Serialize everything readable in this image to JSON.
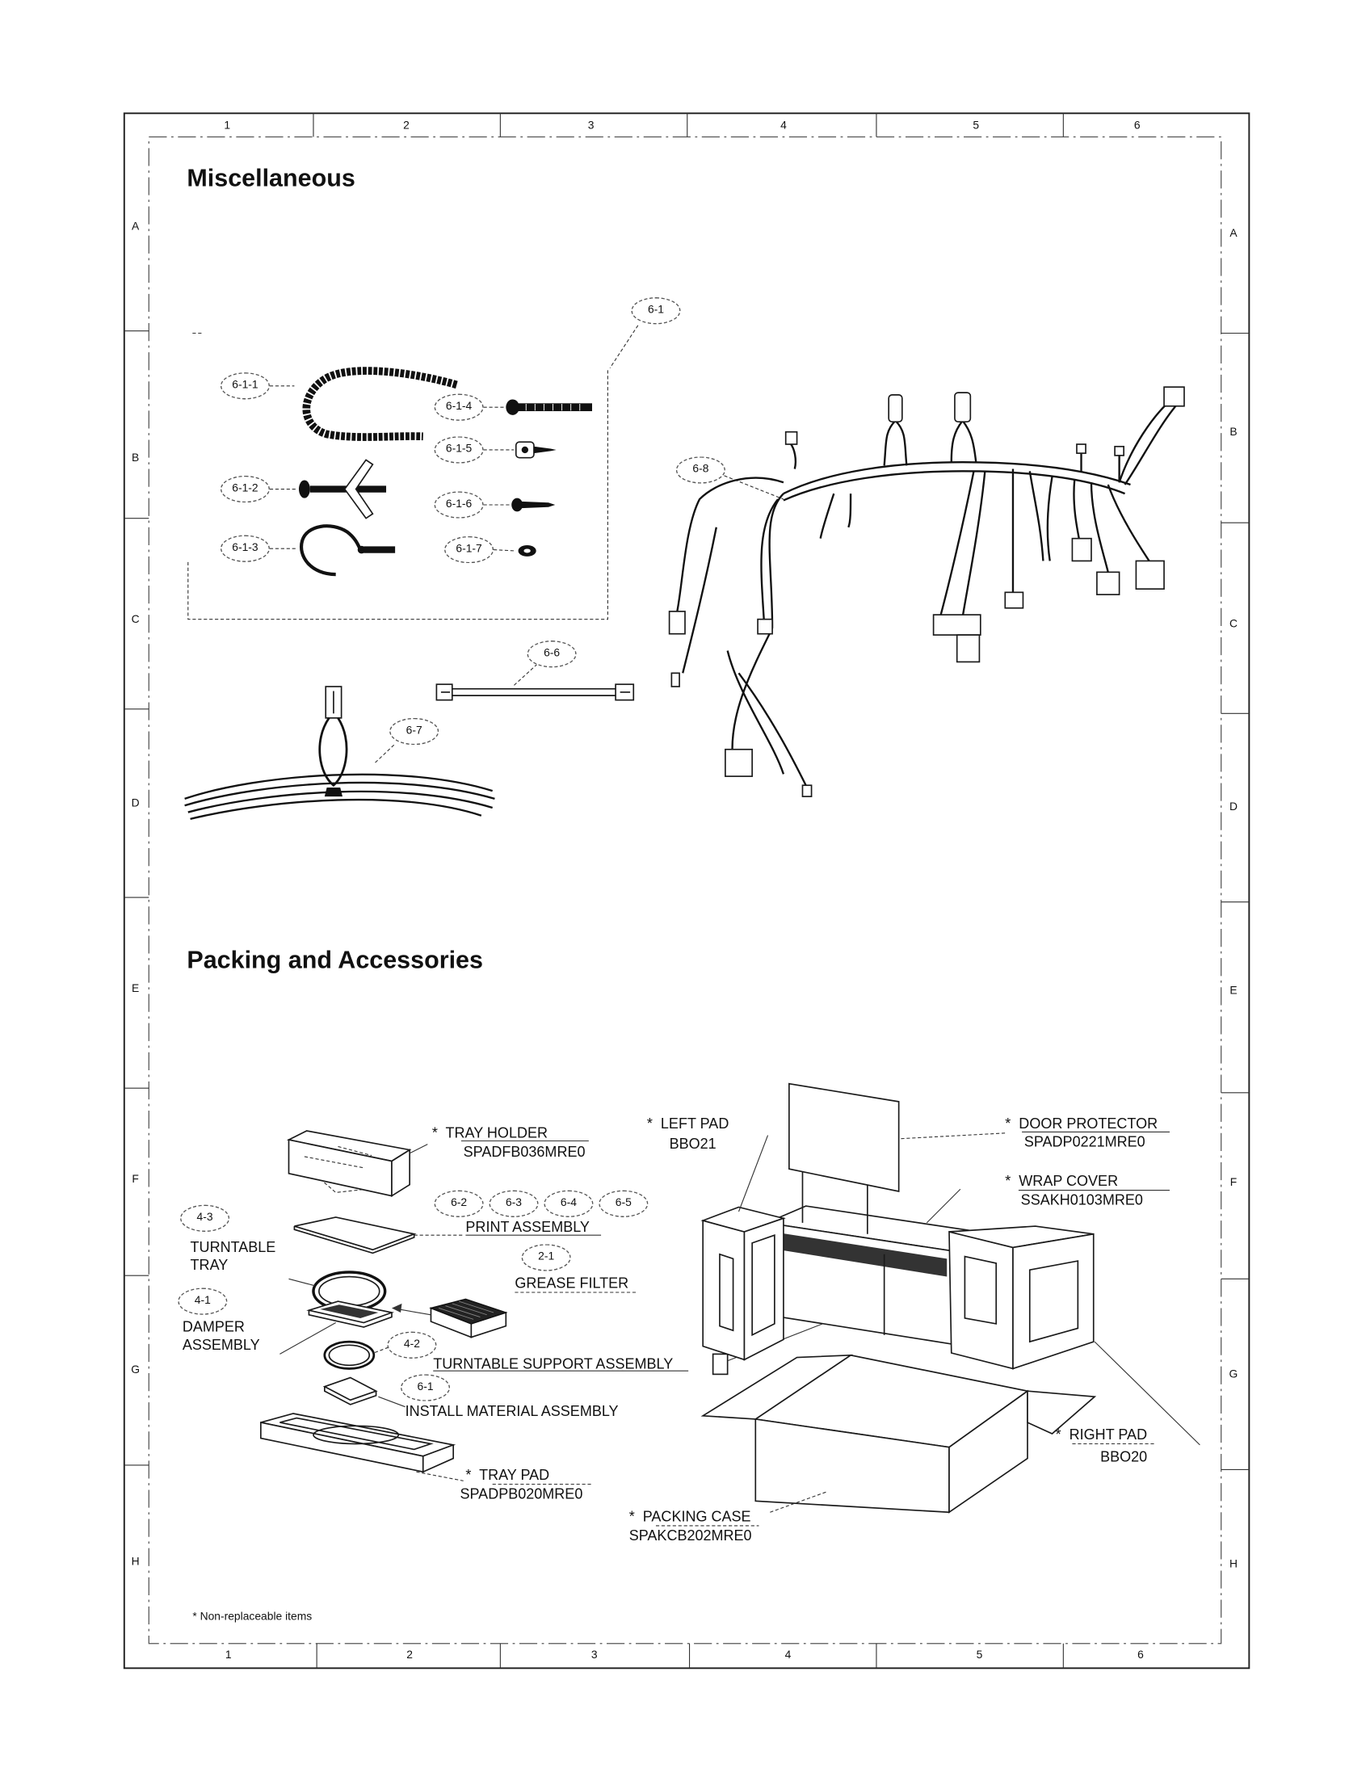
{
  "grid": {
    "columns": [
      "1",
      "2",
      "3",
      "4",
      "5",
      "6"
    ],
    "rows": [
      "A",
      "B",
      "C",
      "D",
      "E",
      "F",
      "G",
      "H"
    ]
  },
  "miscellaneous": {
    "title": "Miscellaneous",
    "callouts": {
      "c6_1": "6-1",
      "c6_1_1": "6-1-1",
      "c6_1_2": "6-1-2",
      "c6_1_3": "6-1-3",
      "c6_1_4": "6-1-4",
      "c6_1_5": "6-1-5",
      "c6_1_6": "6-1-6",
      "c6_1_7": "6-1-7",
      "c6_6": "6-6",
      "c6_7": "6-7",
      "c6_8": "6-8"
    }
  },
  "packing": {
    "title": "Packing and Accessories",
    "tray_holder": {
      "label": "*  TRAY HOLDER",
      "part_no": "SPADFB036MRE0"
    },
    "left_pad": {
      "label": "*  LEFT PAD",
      "part_no": "BBO21"
    },
    "door_protector": {
      "label": "*  DOOR PROTECTOR",
      "part_no": "SPADP0221MRE0"
    },
    "wrap_cover": {
      "label": "*  WRAP COVER",
      "part_no": "SSAKH0103MRE0"
    },
    "turntable_tray": {
      "ref": "4-3",
      "label_line1": "TURNTABLE",
      "label_line2": "TRAY"
    },
    "print_assembly": {
      "refs": [
        "6-2",
        "6-3",
        "6-4",
        "6-5"
      ],
      "label": "PRINT ASSEMBLY"
    },
    "grease_filter": {
      "ref": "2-1",
      "label": "GREASE FILTER"
    },
    "damper_assembly": {
      "ref": "4-1",
      "label_line1": "DAMPER",
      "label_line2": "ASSEMBLY"
    },
    "turntable_support": {
      "ref": "4-2",
      "label": "TURNTABLE SUPPORT ASSEMBLY"
    },
    "install_material": {
      "ref": "6-1",
      "label": "INSTALL MATERIAL ASSEMBLY"
    },
    "tray_pad": {
      "label": "*  TRAY PAD",
      "part_no": "SPADPB020MRE0"
    },
    "packing_case": {
      "label": "*  PACKING CASE",
      "part_no": "SPAKCB202MRE0"
    },
    "right_pad": {
      "label": "*  RIGHT PAD",
      "part_no": "BBO20"
    }
  },
  "footnote": "* Non-replaceable items"
}
